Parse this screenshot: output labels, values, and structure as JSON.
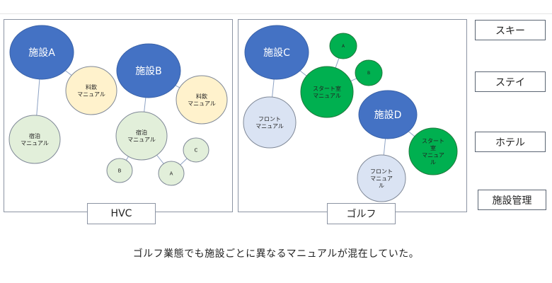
{
  "panels": [
    {
      "id": "hvc",
      "label": "HVC"
    },
    {
      "id": "golf",
      "label": "ゴルフ"
    }
  ],
  "side_labels": [
    "スキー",
    "ステイ",
    "ホテル",
    "施設管理"
  ],
  "caption": "ゴルフ業態でも施設ごとに異なるマニュアルが混在していた。",
  "colors": {
    "facility": "#4472c4",
    "fee_manual": "#fff2cc",
    "stay_manual": "#e2efda",
    "front_manual": "#dae3f3",
    "start_manual": "#00b050"
  },
  "nodes": [
    {
      "id": "facA",
      "lines": [
        "施設A"
      ],
      "kind": "facility"
    },
    {
      "id": "feeA",
      "lines": [
        "料飲",
        "マニュアル"
      ],
      "kind": "fee_manual"
    },
    {
      "id": "stayA",
      "lines": [
        "宿泊",
        "マニュアル"
      ],
      "kind": "stay_manual"
    },
    {
      "id": "facB",
      "lines": [
        "施設B"
      ],
      "kind": "facility"
    },
    {
      "id": "feeB",
      "lines": [
        "料飲",
        "マニュアル"
      ],
      "kind": "fee_manual"
    },
    {
      "id": "stayB",
      "lines": [
        "宿泊",
        "マニュアル"
      ],
      "kind": "stay_manual"
    },
    {
      "id": "subB",
      "lines": [
        "B"
      ],
      "kind": "stay_manual"
    },
    {
      "id": "subA",
      "lines": [
        "A"
      ],
      "kind": "stay_manual"
    },
    {
      "id": "subC",
      "lines": [
        "C"
      ],
      "kind": "stay_manual"
    },
    {
      "id": "facC",
      "lines": [
        "施設C"
      ],
      "kind": "facility"
    },
    {
      "id": "frontC",
      "lines": [
        "フロント",
        "マニュアル"
      ],
      "kind": "front_manual"
    },
    {
      "id": "startC",
      "lines": [
        "スタート室",
        "マニュアル"
      ],
      "kind": "start_manual"
    },
    {
      "id": "gA",
      "lines": [
        "A"
      ],
      "kind": "start_manual"
    },
    {
      "id": "gB",
      "lines": [
        "B"
      ],
      "kind": "start_manual"
    },
    {
      "id": "facD",
      "lines": [
        "施設D"
      ],
      "kind": "facility"
    },
    {
      "id": "startD",
      "lines": [
        "スタート",
        "室",
        "マニュア",
        "ル"
      ],
      "kind": "start_manual"
    },
    {
      "id": "frontD",
      "lines": [
        "フロント",
        "マニュア",
        "ル"
      ],
      "kind": "front_manual"
    }
  ],
  "edges": [
    [
      "facA",
      "feeA"
    ],
    [
      "facA",
      "stayA"
    ],
    [
      "facB",
      "feeB"
    ],
    [
      "facB",
      "stayB"
    ],
    [
      "stayB",
      "subB"
    ],
    [
      "stayB",
      "subA"
    ],
    [
      "subA",
      "subC"
    ],
    [
      "facC",
      "frontC"
    ],
    [
      "facC",
      "startC"
    ],
    [
      "startC",
      "gA"
    ],
    [
      "startC",
      "gB"
    ],
    [
      "facD",
      "startD"
    ],
    [
      "facD",
      "frontD"
    ]
  ]
}
